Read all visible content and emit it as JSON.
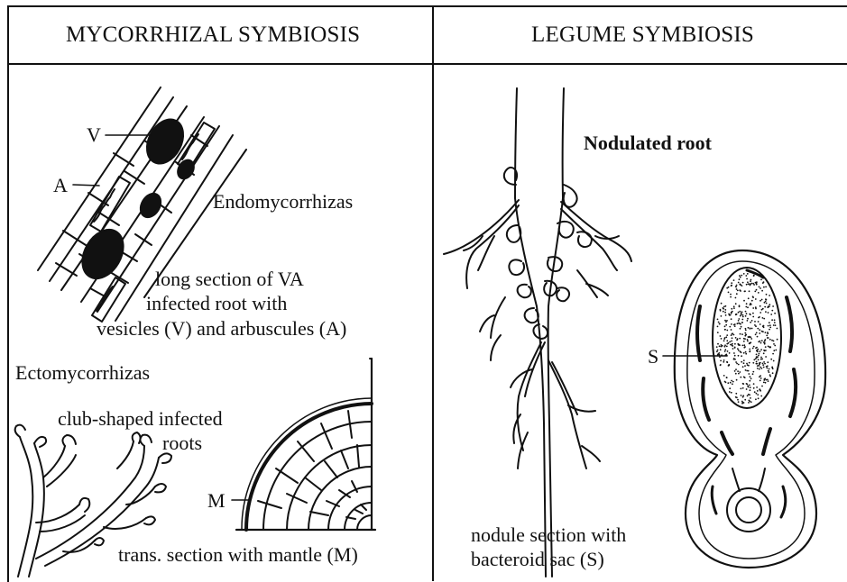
{
  "panels": {
    "left": {
      "header": "MYCORRHIZAL SYMBIOSIS",
      "marker_v": "V",
      "marker_a": "A",
      "endo_label": "Endomycorrhizas",
      "endo_caption": [
        "long section of VA",
        "infected root with",
        "vesicles (V) and arbuscules (A)"
      ],
      "ecto_label": "Ectomycorrhizas",
      "club_caption": [
        "club-shaped infected",
        "roots"
      ],
      "marker_m": "M",
      "trans_caption": "trans. section with mantle (M)"
    },
    "right": {
      "header": "LEGUME SYMBIOSIS",
      "nodulated_label": "Nodulated root",
      "marker_s": "S",
      "nodule_caption": [
        "nodule section with",
        "bacteroid sac (S)"
      ]
    }
  },
  "colors": {
    "ink": "#111111",
    "paper": "#ffffff"
  }
}
